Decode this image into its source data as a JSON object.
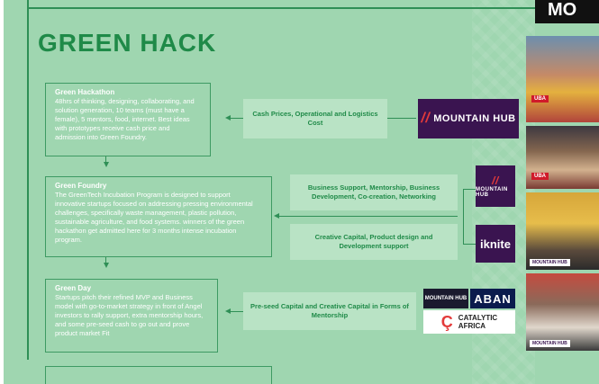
{
  "corner_label": "MO",
  "title": "GREEN HACK",
  "stages": [
    {
      "name": "Green Hackathon",
      "text": "48hrs of thinking, designing, collaborating, and solution generation, 10 teams (must have a female), 5 mentors, food, internet. Best ideas with prototypes receive cash price and admission into Green Foundry."
    },
    {
      "name": "Green Foundry",
      "text": "The GreenTech Incubation Program is designed to support innovative startups focused on addressing pressing environmental challenges, specifically waste management, plastic pollution, sustainable agriculture, and food systems. winners of the green hackathon get admitted here for 3 months intense incubation program."
    },
    {
      "name": "Green Day",
      "text": "Startups pitch their refined MVP and Business model with go-to-market strategy in front of Angel investors to rally support, extra mentorship hours, and some pre-seed cash to go out and prove product market Fit"
    }
  ],
  "supports": [
    "Cash Prices, Operational and Logistics Cost",
    "Business Support, Mentorship, Business Development, Co-creation, Networking",
    "Creative Capital, Product design and Development support",
    "Pre-seed Capital and Creative Capital in Forms of Mentorship"
  ],
  "logos": {
    "mountain_hub_large": "MOUNTAIN HUB",
    "mountain_hub_small": "MOUNTAIN HUB",
    "iknite": "iknite",
    "mountain_hub_strip": "MOUNTAIN HUB",
    "aban": "ABAN",
    "catalytic_line1": "CATALYTIC",
    "catalytic_line2": "AFRICA"
  },
  "photo_labels": {
    "uba": "UBA",
    "banner": "MOUNTAIN HUB"
  },
  "colors": {
    "background": "#9fd6b0",
    "accent": "#1f8a48",
    "support_box": "#b9e3c5",
    "mountain_hub": "#3a1450"
  }
}
